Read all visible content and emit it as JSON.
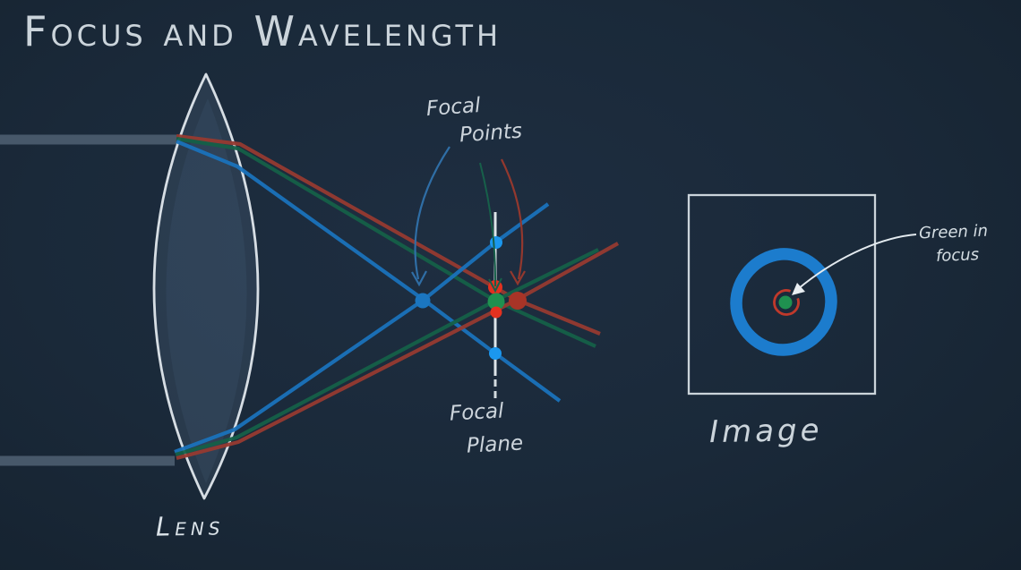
{
  "title": "Focus and Wavelength",
  "labels": {
    "lens": "Lens",
    "focal_points": {
      "line1": "Focal",
      "line2": "Points"
    },
    "focal_plane": {
      "line1": "Focal",
      "line2": "Plane"
    },
    "image": "Image",
    "annotation": {
      "line1": "Green in",
      "line2": "focus"
    }
  },
  "colors": {
    "background": "#1a2939",
    "chalk": "#dfe7ec",
    "incoming_ray_gray": "#47586a",
    "ray_red": "#963a30",
    "ray_green": "#156048",
    "ray_blue": "#1a72ba",
    "dot_red": "#e33120",
    "dot_green": "#1f9150",
    "dot_blue": "#1b97ee",
    "focal_blob_red": "#a83427",
    "focal_blob_blue": "#1b76c0",
    "image_ring_blue": "#1c7ccd",
    "image_circle_red": "#c0392b"
  },
  "diagram": {
    "rays": [
      {
        "color": "blue",
        "focal_point": "before focal plane"
      },
      {
        "color": "green",
        "focal_point": "on focal plane"
      },
      {
        "color": "red",
        "focal_point": "behind focal plane"
      }
    ],
    "image_panel": {
      "outer_ring": "blue (out of focus)",
      "middle_circle": "red (out of focus)",
      "center_dot": "green (in focus)"
    }
  }
}
